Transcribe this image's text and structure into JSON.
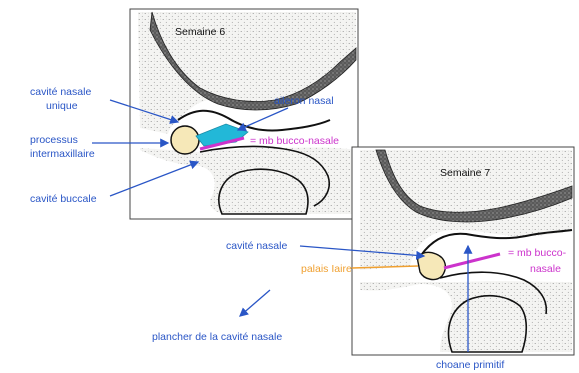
{
  "panel1": {
    "title": "Semaine 6"
  },
  "panel2": {
    "title": "Semaine 7"
  },
  "labels": {
    "cavite_nasale_unique_1": "cavité nasale",
    "cavite_nasale_unique_2": "unique",
    "processus_1": "processus",
    "processus_2": "intermaxillaire",
    "cavite_buccale": "cavité buccale",
    "aileron_nasal": "aileron nasal",
    "mb_bucco_nasale_1": "= mb bucco-nasale",
    "cavite_nasale": "cavité nasale",
    "palais_1": "palais Iaire",
    "mb_bucco_nasale_2a": "= mb bucco-",
    "mb_bucco_nasale_2b": "nasale",
    "plancher": "plancher de la cavité nasale",
    "choane": "choane primitif"
  },
  "colors": {
    "blue": "#2a56c6",
    "magenta": "#cc33cc",
    "orange": "#f0a030",
    "cyan": "#22b8d8",
    "tissue": "#f4f4f2",
    "cream": "#f6e8b8"
  }
}
